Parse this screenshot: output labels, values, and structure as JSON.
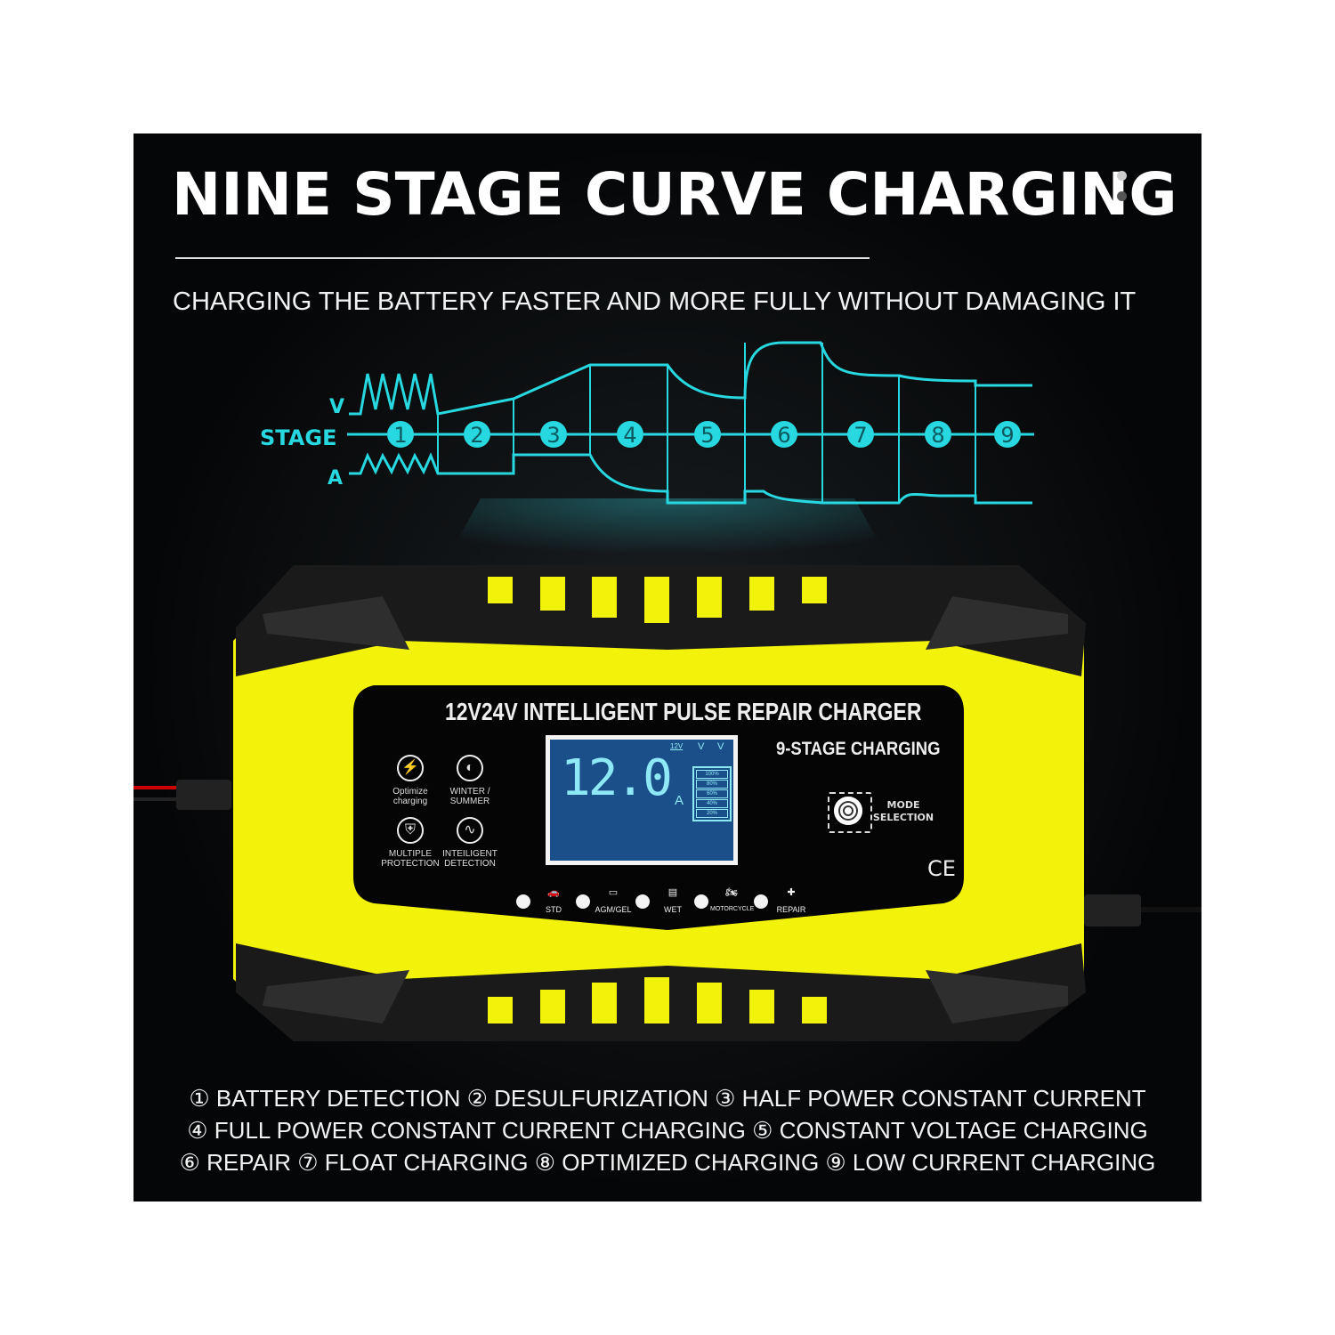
{
  "title": "NINE STAGE CURVE CHARGING",
  "subtitle": "CHARGING THE BATTERY FASTER AND MORE FULLY WITHOUT DAMAGING IT",
  "curve": {
    "v_label": "V",
    "stage_label": "STAGE",
    "a_label": "A",
    "stages": [
      "1",
      "2",
      "3",
      "4",
      "5",
      "6",
      "7",
      "8",
      "9"
    ],
    "color": "#27d8e0"
  },
  "charger": {
    "model": "12V24V INTELLIGENT PULSE REPAIR CHARGER",
    "stage_text": "9-STAGE CHARGING",
    "features": [
      {
        "icon": "lightning-icon",
        "label": "Optimize charging"
      },
      {
        "icon": "half-moon-icon",
        "label": "WINTER / SUMMER"
      },
      {
        "icon": "shield-icon",
        "label": "MULTIPLE PROTECTION"
      },
      {
        "icon": "waveform-icon",
        "label": "INTEILIGENT DETECTION"
      }
    ],
    "lcd": {
      "reading": "12.0",
      "unit": "A",
      "voltage": "12V",
      "v_plus": "V",
      "v_minus": "V",
      "levels": [
        "100%",
        "80%",
        "60%",
        "40%",
        "20%"
      ],
      "bg": "#1b4f8a",
      "fg": "#8fe8f5"
    },
    "mode_button": "MODE SELECTION",
    "ce_mark": "CE",
    "modes": [
      "STD",
      "AGM/GEL",
      "WET",
      "MOTORCYCLE",
      "REPAIR"
    ],
    "body_color": "#f2f20a"
  },
  "legend_lines": [
    "① BATTERY DETECTION ② DESULFURIZATION ③ HALF POWER CONSTANT CURRENT",
    "④ FULL POWER CONSTANT CURRENT CHARGING ⑤ CONSTANT VOLTAGE CHARGING",
    "⑥ REPAIR ⑦ FLOAT CHARGING ⑧ OPTIMIZED CHARGING ⑨ LOW CURRENT CHARGING"
  ]
}
